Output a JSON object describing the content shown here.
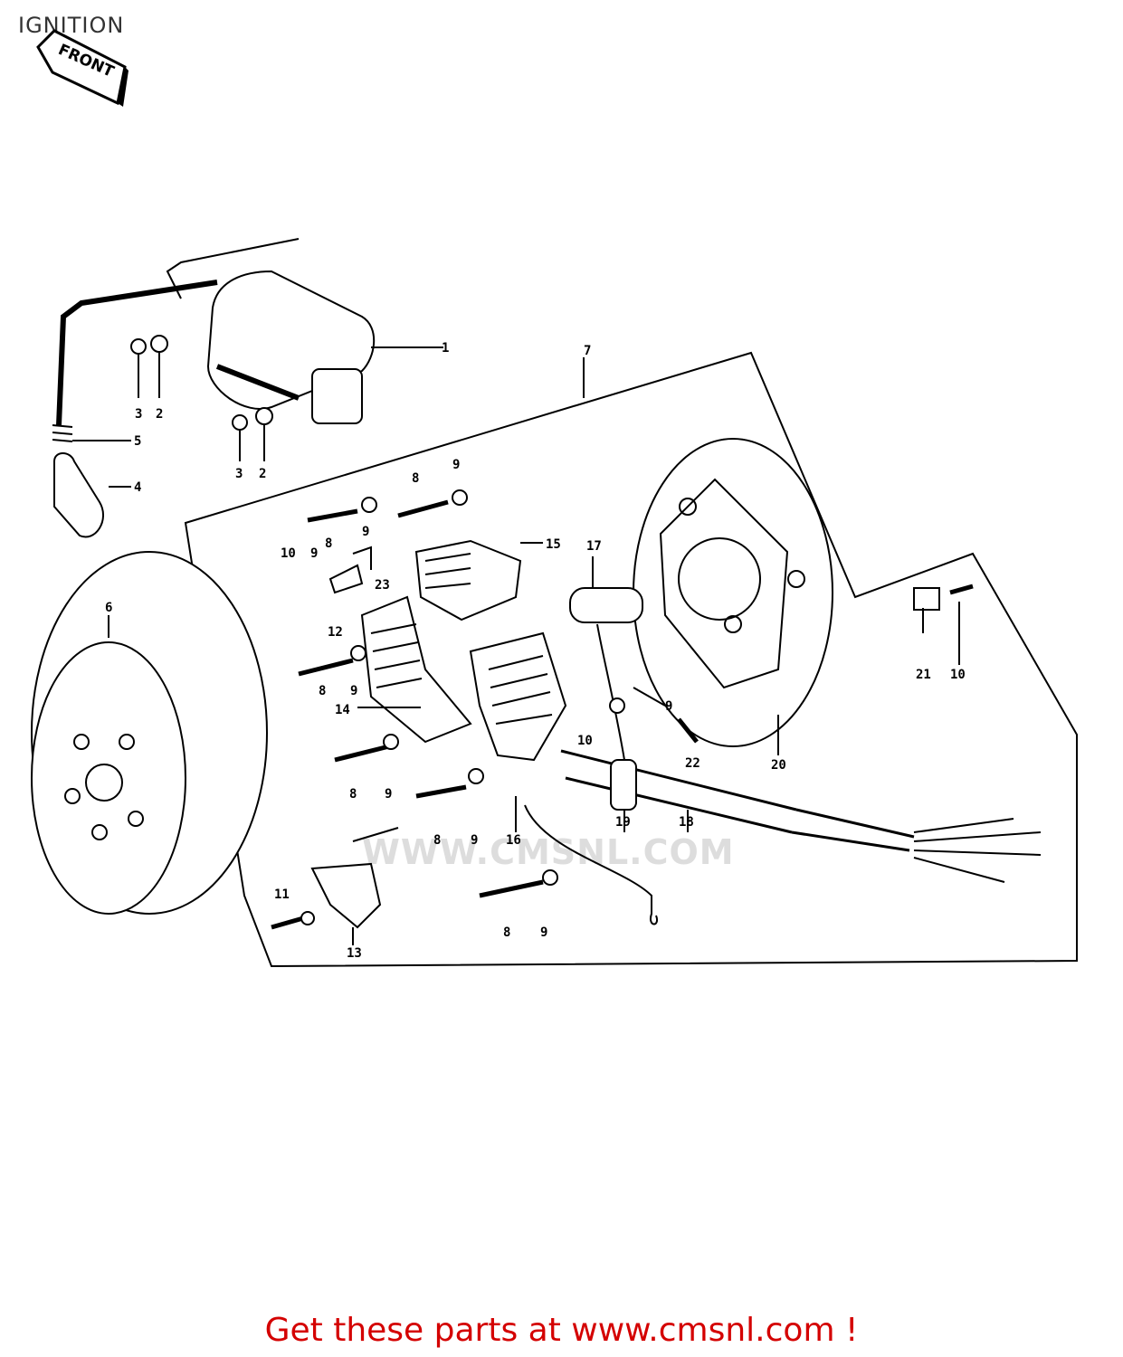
{
  "title": "IGNITION",
  "front_label": "FRONT",
  "watermark": "WWW.CMSNL.COM",
  "footer": "Get these parts at www.cmsnl.com !",
  "callouts": {
    "c1": "1",
    "c2a": "2",
    "c3a": "3",
    "c2b": "2",
    "c3b": "3",
    "c4": "4",
    "c5": "5",
    "c6": "6",
    "c7": "7",
    "c8a": "8",
    "c8b": "8",
    "c8c": "8",
    "c8d": "8",
    "c8e": "8",
    "c8f": "8",
    "c9a": "9",
    "c9b": "9",
    "c9c": "9",
    "c9d": "9",
    "c9e": "9",
    "c9f": "9",
    "c9g": "9",
    "c9h": "9",
    "c10a": "10",
    "c10b": "10",
    "c10c": "10",
    "c11": "11",
    "c12": "12",
    "c13": "13",
    "c14": "14",
    "c15": "15",
    "c16": "16",
    "c17": "17",
    "c18": "18",
    "c19": "19",
    "c20": "20",
    "c21": "21",
    "c22": "22",
    "c23": "23"
  }
}
